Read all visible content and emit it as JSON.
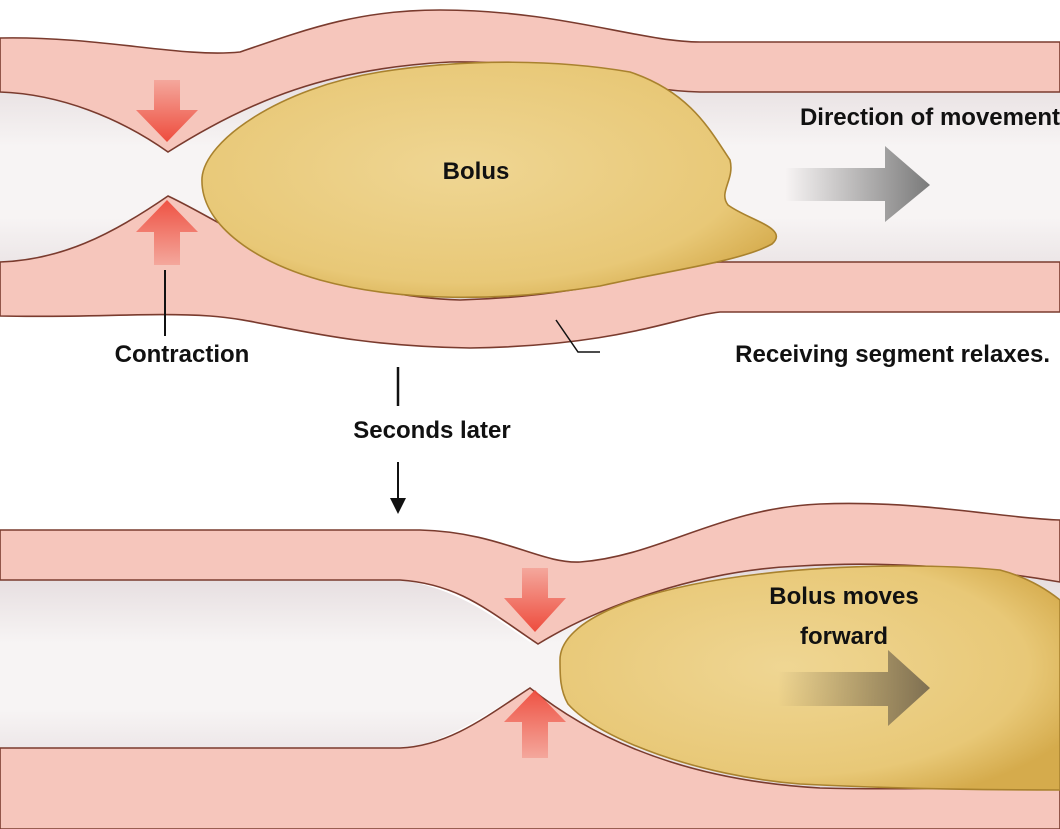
{
  "labels": {
    "bolus": "Bolus",
    "direction": "Direction of movement",
    "contraction": "Contraction",
    "receiving": "Receiving segment relaxes.",
    "seconds_later": "Seconds later",
    "bolus_moves_line1": "Bolus moves",
    "bolus_moves_line2": "forward"
  },
  "colors": {
    "wall_fill": "#f6c6bc",
    "wall_stroke": "#7a3b2e",
    "bolus_fill": "#e9c979",
    "bolus_stroke": "#a9822e",
    "contraction_arrow": "#ee4c3d",
    "direction_arrow": "#7a7a7a",
    "forward_arrow": "#7f7052",
    "lumen_shadow": "#e9e2e3",
    "text": "#111111"
  },
  "icons": {
    "direction_arrow": "right-arrow-icon",
    "contraction_arrow_down": "down-arrow-icon",
    "contraction_arrow_up": "up-arrow-icon",
    "time_arrow": "down-arrow-icon"
  }
}
